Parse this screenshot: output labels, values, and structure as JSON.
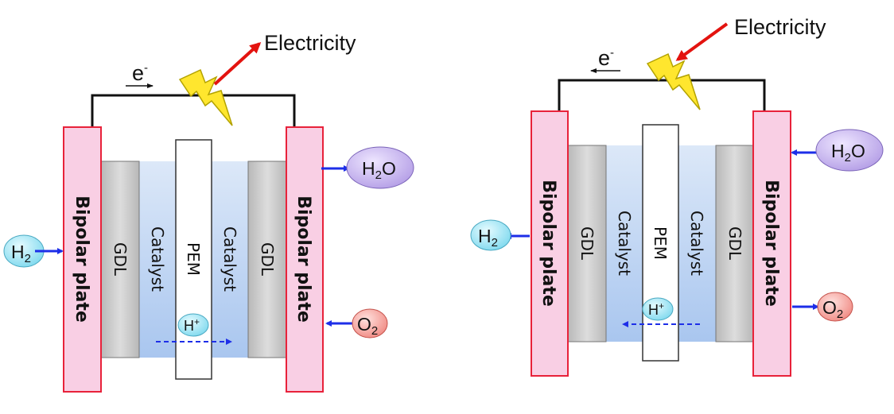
{
  "colors": {
    "plate_fill": "#f9cfe4",
    "plate_stroke": "#e8223a",
    "gdl_fill": "#c9c9c9",
    "catalyst_fill": "#c5daf3",
    "pem_fill": "#ffffff",
    "bubble_blue": "#9fe8f5",
    "bubble_purple": "#c9b8ec",
    "bubble_red": "#f7a6a0",
    "arrow_blue": "#1d2ee8",
    "arrow_red": "#e3130f",
    "lightning": "#ffe62e"
  },
  "left": {
    "electricity_label": "Electricity",
    "electron_label": "e",
    "electron_sup": "-",
    "bipolar_left": "Bipolar plate",
    "bipolar_right": "Bipolar plate",
    "gdl_left": "GDL",
    "catalyst_left": "Catalyst",
    "pem": "PEM",
    "catalyst_right": "Catalyst",
    "gdl_right": "GDL",
    "h2_main": "H",
    "h2_sub": "2",
    "h2o_main": "H",
    "h2o_sub": "2",
    "h2o_tail": "O",
    "o2_main": "O",
    "o2_sub": "2",
    "proton_main": "H",
    "proton_sup": "+"
  },
  "right": {
    "electricity_label": "Electricity",
    "electron_label": "e",
    "electron_sup": "-",
    "bipolar_left": "Bipolar plate",
    "bipolar_right": "Bipolar plate",
    "gdl_left": "GDL",
    "catalyst_left": "Catalyst",
    "pem": "PEM",
    "catalyst_right": "Catalyst",
    "gdl_right": "GDL",
    "h2_main": "H",
    "h2_sub": "2",
    "h2o_main": "H",
    "h2o_sub": "2",
    "h2o_tail": "O",
    "o2_main": "O",
    "o2_sub": "2",
    "proton_main": "H",
    "proton_sup": "+"
  }
}
